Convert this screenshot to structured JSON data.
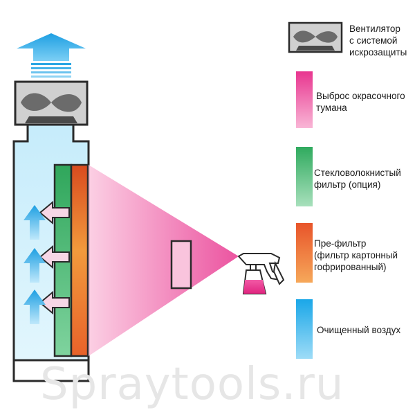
{
  "legend": {
    "fan": {
      "label": "Вентилятор\nс системой\nискрозащиты",
      "icon": "fan-icon"
    },
    "overspray": {
      "label": "Выброс окрасочного\nтумана",
      "color_top": "#e8358f",
      "color_bottom": "#f9b6d6"
    },
    "fiberglass": {
      "label": "Стекловолокнистый\nфильтр (опция)",
      "color_top": "#2faa5e",
      "color_bottom": "#a8e0bc"
    },
    "prefilter": {
      "label": "Пре-фильтр\n(фильтр картонный\nгофрированный)",
      "color_top": "#e8542a",
      "color_bottom": "#f6a85a"
    },
    "clean_air": {
      "label": "Очищенный воздух",
      "color_top": "#1aa7e8",
      "color_bottom": "#9edcf7"
    }
  },
  "watermark": "Spraytools.ru",
  "colors": {
    "outline": "#2a2a2a",
    "chamber": "#cdeefb",
    "fan_housing": "#cfcfcf",
    "arrow_blue": "#1e9fe2",
    "arrow_pink": "#f7d6e6"
  }
}
